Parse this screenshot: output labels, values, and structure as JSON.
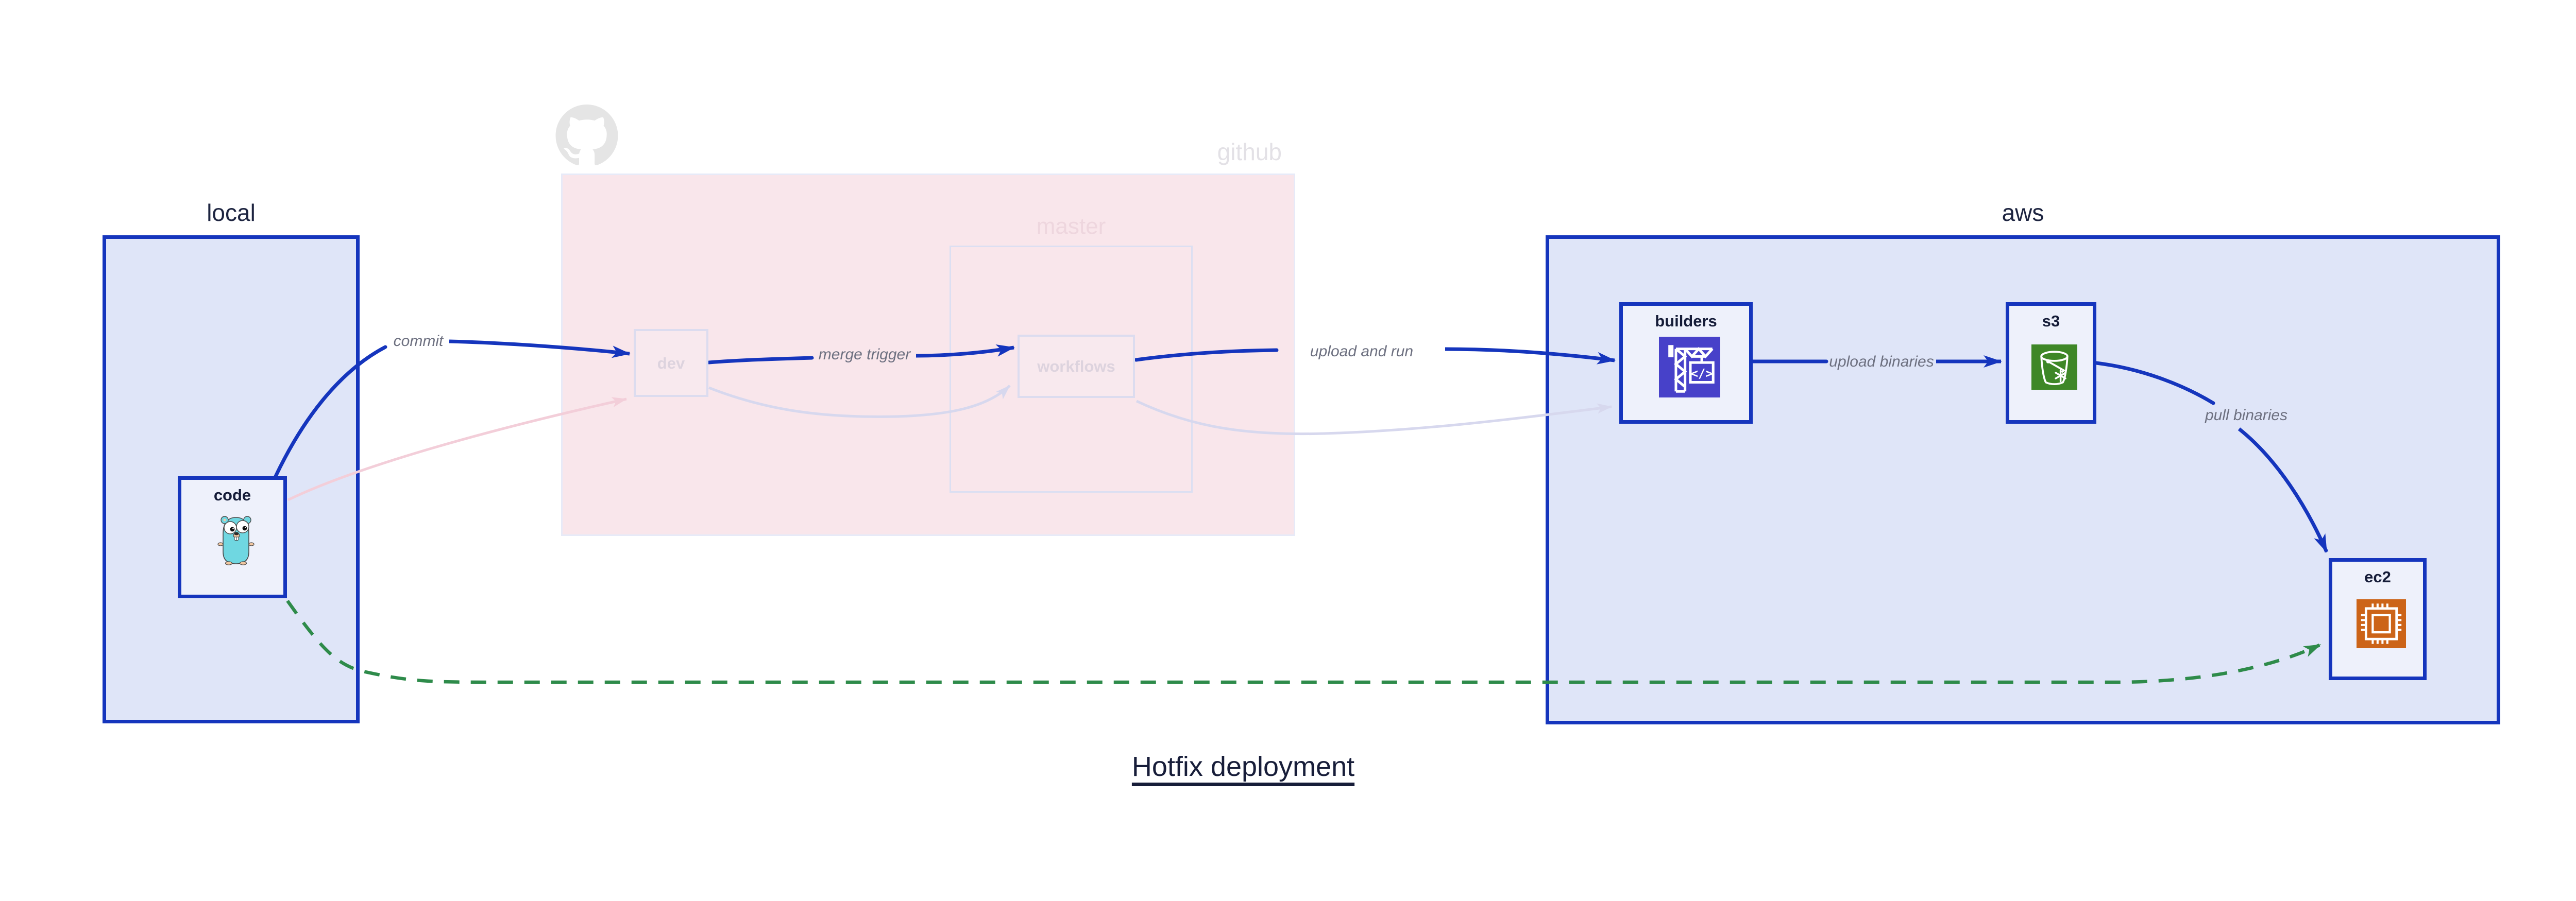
{
  "title": {
    "text": "Hotfix deployment"
  },
  "regions": {
    "local": {
      "label": "local"
    },
    "github": {
      "label": "github",
      "master": {
        "label": "master"
      }
    },
    "aws": {
      "label": "aws"
    }
  },
  "nodes": {
    "code": {
      "label": "code",
      "icon": "go-gopher-icon"
    },
    "dev": {
      "label": "dev"
    },
    "workflows": {
      "label": "workflows"
    },
    "builders": {
      "label": "builders",
      "icon": "aws-codebuild-crane-icon"
    },
    "s3": {
      "label": "s3",
      "icon": "aws-s3-bucket-icon"
    },
    "ec2": {
      "label": "ec2",
      "icon": "aws-ec2-chip-icon"
    }
  },
  "edges": {
    "commit": {
      "label": "commit",
      "from": "code",
      "to": "dev",
      "style": "solid-blue"
    },
    "merge_trigger": {
      "label": "merge trigger",
      "from": "dev",
      "to": "workflows",
      "style": "solid-blue"
    },
    "upload_and_run": {
      "label": "upload and run",
      "from": "workflows",
      "to": "builders",
      "style": "solid-blue"
    },
    "upload_binaries": {
      "label": "upload binaries",
      "from": "builders",
      "to": "s3",
      "style": "solid-blue"
    },
    "pull_binaries": {
      "label": "pull binaries",
      "from": "s3",
      "to": "ec2",
      "style": "solid-blue"
    },
    "hotfix_direct": {
      "label": "",
      "from": "code",
      "to": "ec2",
      "style": "dashed-green"
    },
    "faded_code_dev": {
      "label": "",
      "from": "code",
      "to": "dev",
      "style": "faded-pink"
    },
    "faded_dev_workflows": {
      "label": "",
      "from": "dev",
      "to": "workflows",
      "style": "faded-lavender"
    },
    "faded_workflows_builders": {
      "label": "",
      "from": "workflows",
      "to": "builders",
      "style": "faded-lavender"
    }
  },
  "colors": {
    "edge_blue": "#1535bd",
    "edge_green": "#2e8b4a",
    "edge_faded_pink": "#f3ced9",
    "edge_faded_lavender": "#d7d8ee",
    "region_blue_fill": "#dfe5f8",
    "region_blue_border": "#1535bd",
    "node_fill": "#eef1fb",
    "github_region_fill": "#f9e6eb",
    "navy_text": "#161c38",
    "edge_label_text": "#6d7080",
    "builders_icon_bg": "#4741c9",
    "s3_icon_bg": "#3e8727",
    "ec2_icon_bg": "#cc6418",
    "gopher_body": "#6fd7e1",
    "github_logo_gray": "#e5e5e5"
  }
}
